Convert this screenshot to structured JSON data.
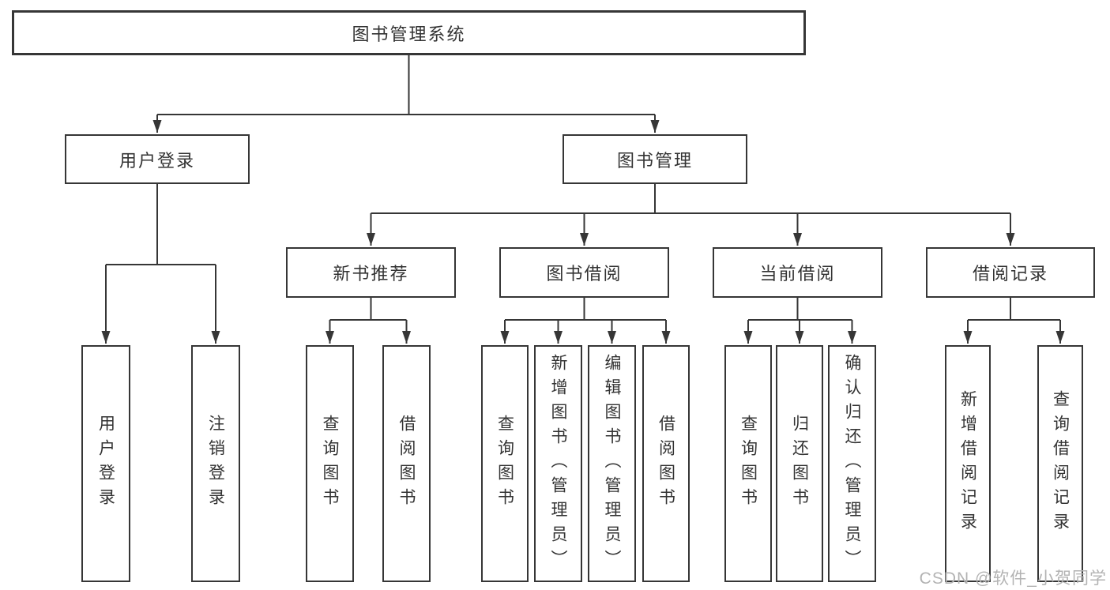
{
  "diagram": {
    "root": {
      "label": "图书管理系统"
    },
    "branches": [
      {
        "label": "用户登录",
        "children": [
          {
            "label": "用户登录"
          },
          {
            "label": "注销登录"
          }
        ]
      },
      {
        "label": "图书管理",
        "children": [
          {
            "label": "新书推荐",
            "children": [
              {
                "label": "查询图书"
              },
              {
                "label": "借阅图书"
              }
            ]
          },
          {
            "label": "图书借阅",
            "children": [
              {
                "label": "查询图书"
              },
              {
                "label": "新增图书（管理员）"
              },
              {
                "label": "编辑图书（管理员）"
              },
              {
                "label": "借阅图书"
              }
            ]
          },
          {
            "label": "当前借阅",
            "children": [
              {
                "label": "查询图书"
              },
              {
                "label": "归还图书"
              },
              {
                "label": "确认归还（管理员）"
              }
            ]
          },
          {
            "label": "借阅记录",
            "children": [
              {
                "label": "新增借阅记录"
              },
              {
                "label": "查询借阅记录"
              }
            ]
          }
        ]
      }
    ]
  },
  "watermark": {
    "text": "CSDN @软件_小贺同学"
  },
  "colors": {
    "line": "#363636",
    "text": "#333333",
    "box_bg": "#ffffff",
    "watermark": "#b3b3b3"
  }
}
